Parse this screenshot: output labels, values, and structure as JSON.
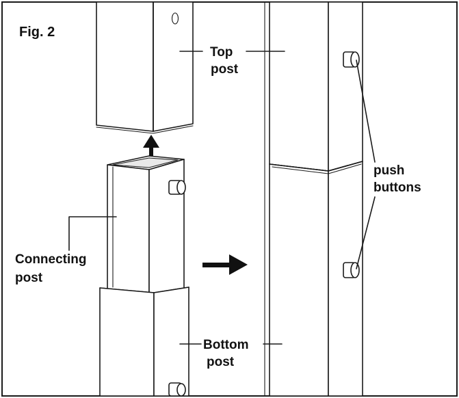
{
  "figure": {
    "label": "Fig. 2",
    "top_post": {
      "line1": "Top",
      "line2": "post"
    },
    "connecting_post": {
      "line1": "Connecting",
      "line2": "post"
    },
    "bottom_post": {
      "line1": "Bottom",
      "line2": "post"
    },
    "push_buttons": {
      "line1": "push",
      "line2": "buttons"
    }
  }
}
